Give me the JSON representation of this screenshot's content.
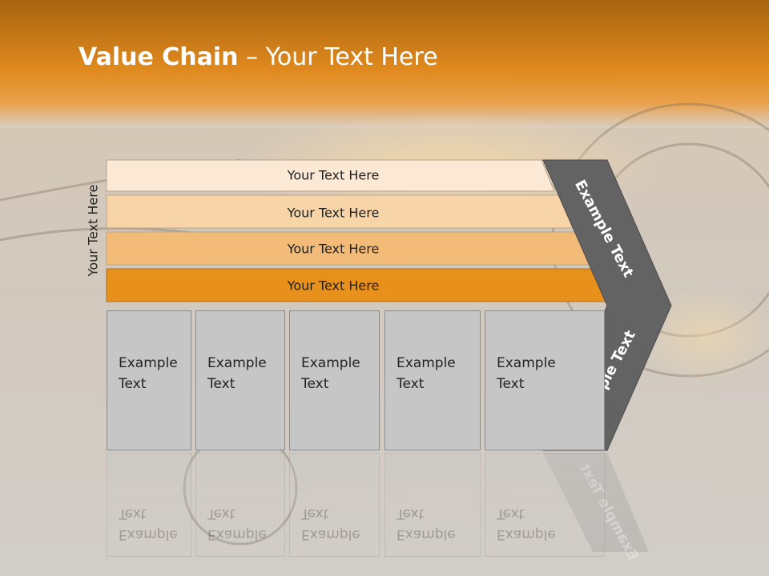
{
  "title": {
    "bold": "Value Chain",
    "rest": " – Your Text Here"
  },
  "vertical_label": "Your Text Here",
  "rows": [
    {
      "label": "Your Text Here",
      "color": "#fbe9d6"
    },
    {
      "label": "Your Text Here",
      "color": "#f8d5a8"
    },
    {
      "label": "Your Text Here",
      "color": "#f2bb78"
    },
    {
      "label": "Your Text Here",
      "color": "#e8901c"
    }
  ],
  "boxes": [
    {
      "line1": "Example",
      "line2": "Text"
    },
    {
      "line1": "Example",
      "line2": "Text"
    },
    {
      "line1": "Example",
      "line2": "Text"
    },
    {
      "line1": "Example",
      "line2": "Text"
    },
    {
      "line1": "Example",
      "line2": "Text"
    }
  ],
  "chevron": {
    "upper_text": "Example Text",
    "lower_text": "Example Text",
    "color": "#636363"
  },
  "colors": {
    "header_orange": "#e58a1c",
    "background": "#d4d0cb"
  }
}
